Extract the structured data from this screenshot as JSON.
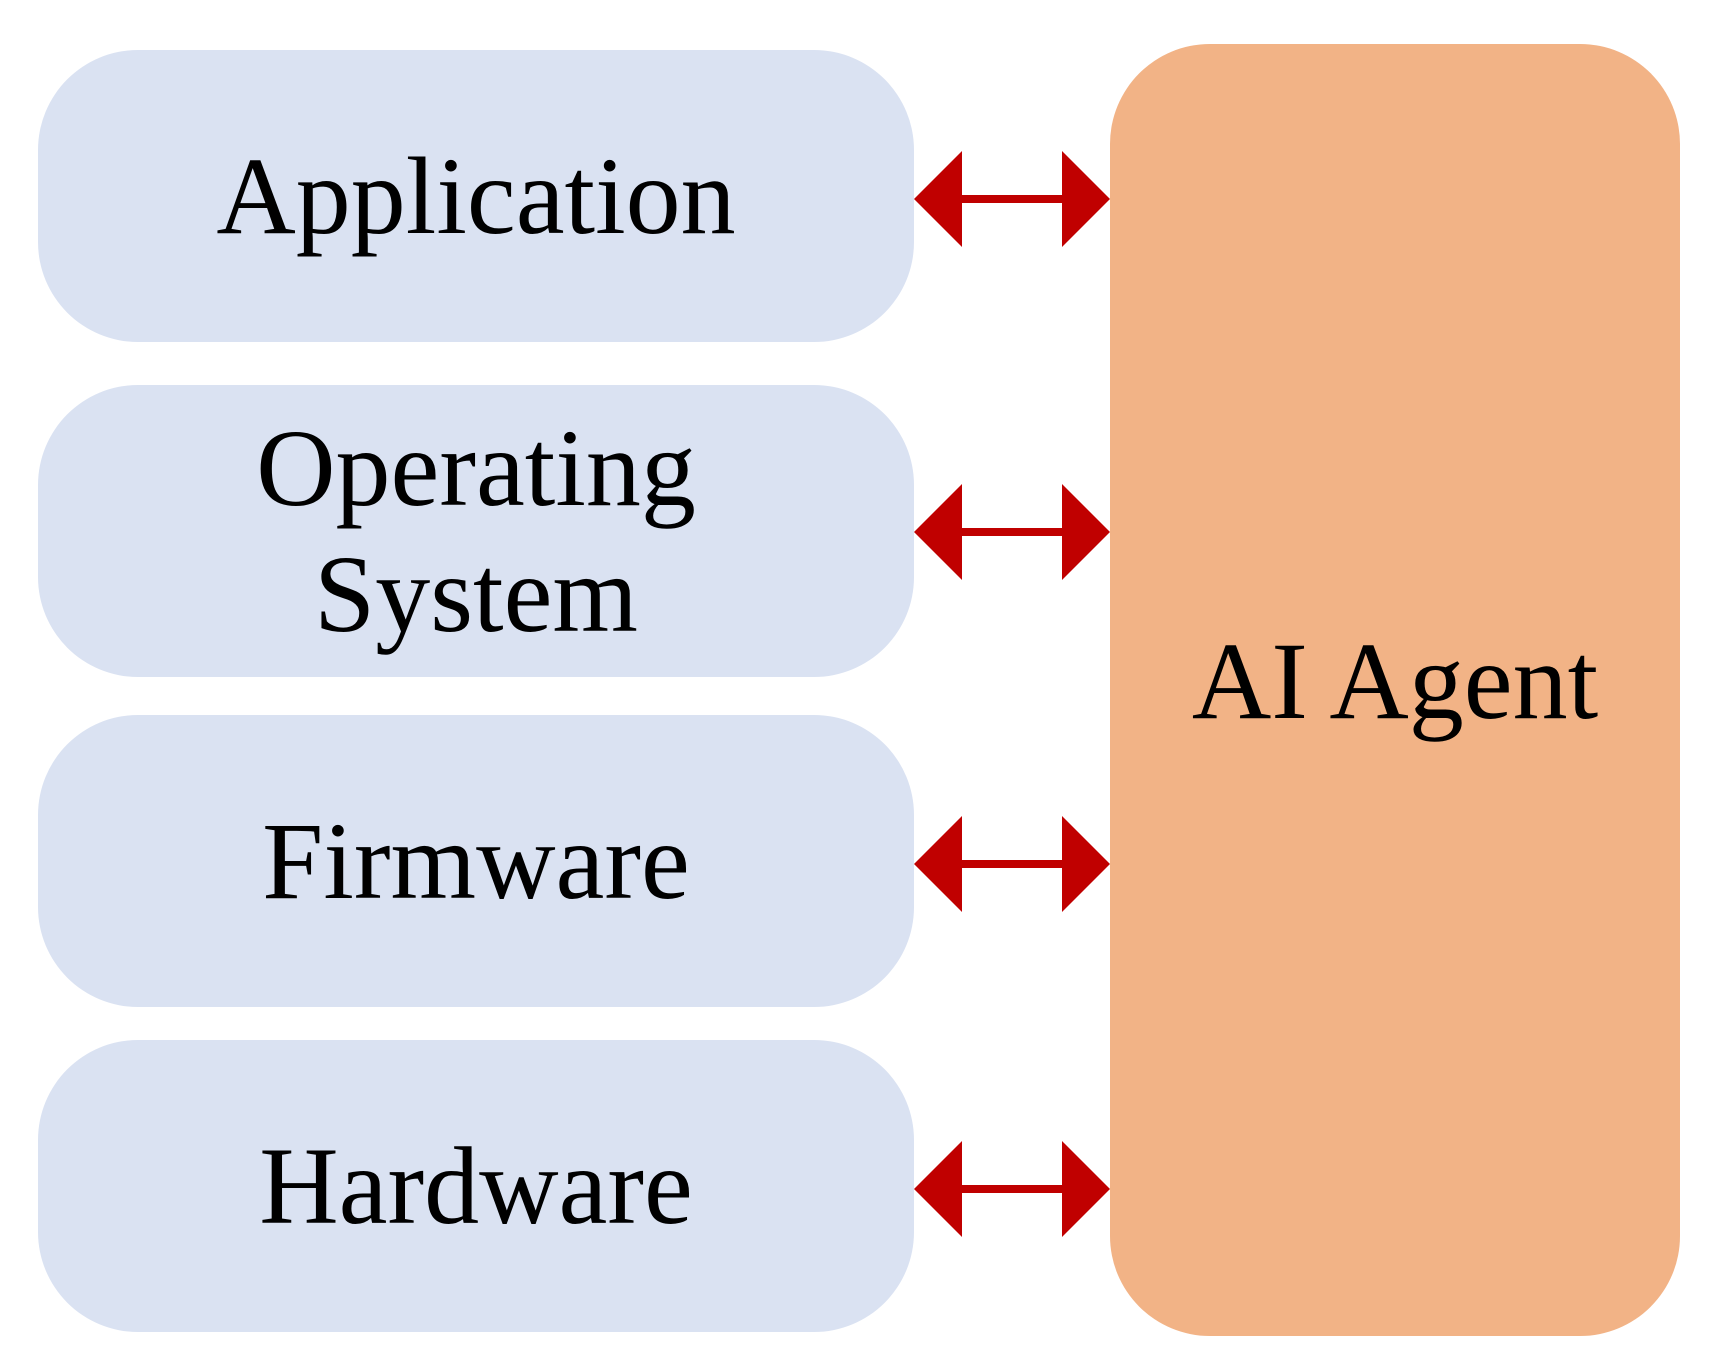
{
  "colors": {
    "layer_fill": "#dae2f2",
    "agent_fill": "#f2b386",
    "arrow": "#c00000",
    "text": "#000000"
  },
  "layers": [
    {
      "label": "Application"
    },
    {
      "label": "Operating\nSystem"
    },
    {
      "label": "Firmware"
    },
    {
      "label": "Hardware"
    }
  ],
  "agent": {
    "label": "AI Agent"
  },
  "arrows": {
    "style": "bidirectional",
    "icon": "double-headed-arrow-icon"
  }
}
